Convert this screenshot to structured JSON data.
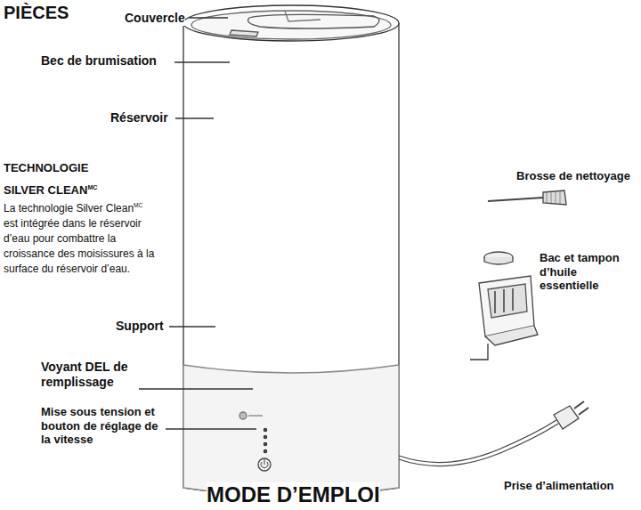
{
  "diagram": {
    "title": "PIÈCES",
    "labels": [
      "Couvercle",
      "Bec de brumisation",
      "Réservoir",
      "TECHNOLOGIE SILVER CLEAN",
      "MC",
      "La technologie Silver Clean",
      "MC",
      "est intégrée dans le réservoir d’eau pour combattre la croissance des moisissures à la surface du réservoir d’eau.",
      "Support",
      "Voyant DEL de remplissage",
      "Mise sous tension et bouton de réglage de la vitesse",
      "Brosse de nettoyage",
      "Bac et tampon d’huile essentielle",
      "Prise d’alimentation",
      "MODE D’EMPLOI"
    ]
  }
}
